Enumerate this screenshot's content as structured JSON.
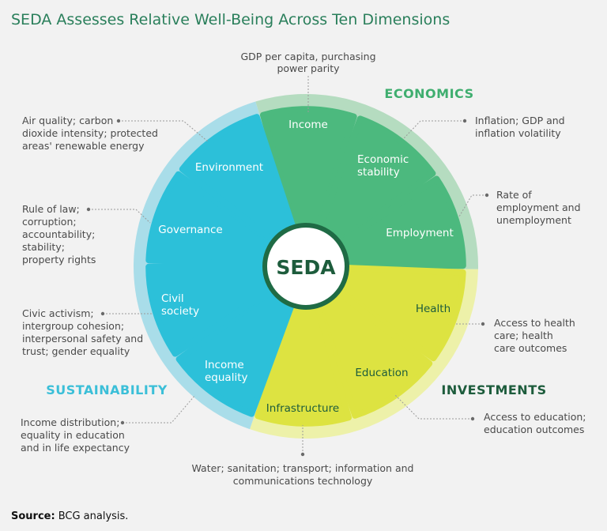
{
  "title": "SEDA Assesses Relative Well-Being Across Ten Dimensions",
  "center_label": "SEDA",
  "sections": {
    "economics": {
      "label": "ECONOMICS",
      "color": "#3fae6f",
      "petal": "#4cb97e",
      "ring": "#b5dcc0"
    },
    "investments": {
      "label": "INVESTMENTS",
      "color": "#1d5c3c",
      "petal": "#dde341",
      "ring": "#edf1a9"
    },
    "sustainability": {
      "label": "SUSTAINABILITY",
      "color": "#3bbfd8",
      "petal": "#2cc0d9",
      "ring": "#a9dde9"
    }
  },
  "dimensions": [
    {
      "lines": [
        "Income"
      ],
      "section": "economics",
      "annotation": [
        "GDP per capita, purchasing",
        "power parity"
      ]
    },
    {
      "lines": [
        "Economic",
        "stability"
      ],
      "section": "economics",
      "annotation": [
        "Inflation; GDP and",
        "inflation volatility"
      ]
    },
    {
      "lines": [
        "Employment"
      ],
      "section": "economics",
      "annotation": [
        "Rate of",
        "employment and",
        "unemployment"
      ]
    },
    {
      "lines": [
        "Health"
      ],
      "section": "investments",
      "annotation": [
        "Access to health",
        "care; health",
        "care outcomes"
      ]
    },
    {
      "lines": [
        "Education"
      ],
      "section": "investments",
      "annotation": [
        "Access to education;",
        "education outcomes"
      ]
    },
    {
      "lines": [
        "Infrastructure"
      ],
      "section": "investments",
      "annotation": [
        "Water; sanitation; transport; information and",
        "communications technology"
      ]
    },
    {
      "lines": [
        "Income",
        "equality"
      ],
      "section": "sustainability",
      "annotation": [
        "Income distribution;",
        "equality in education",
        "and in life expectancy"
      ]
    },
    {
      "lines": [
        "Civil",
        "society"
      ],
      "section": "sustainability",
      "annotation": [
        "Civic activism;",
        "intergroup cohesion;",
        "interpersonal safety and",
        "trust; gender equality"
      ]
    },
    {
      "lines": [
        "Governance"
      ],
      "section": "sustainability",
      "annotation": [
        "Rule of law;",
        "corruption;",
        "accountability;",
        "stability;",
        "property rights"
      ]
    },
    {
      "lines": [
        "Environment"
      ],
      "section": "sustainability",
      "annotation": [
        "Air quality; carbon",
        "dioxide intensity; protected",
        "areas' renewable energy"
      ]
    }
  ],
  "source": {
    "label": "Source:",
    "text": "BCG analysis."
  }
}
